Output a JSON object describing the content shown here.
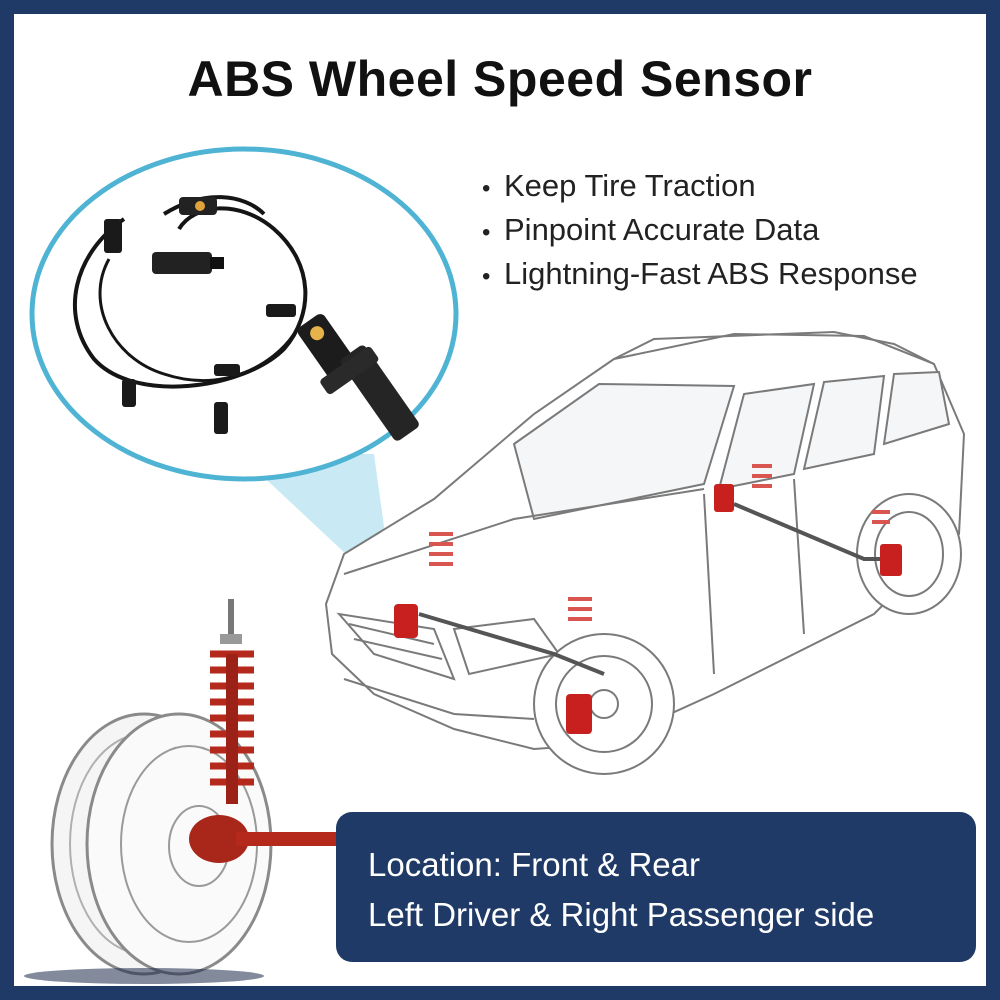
{
  "title": "ABS Wheel Speed Sensor",
  "features": [
    "Keep Tire Traction",
    "Pinpoint Accurate Data",
    "Lightning-Fast ABS Response"
  ],
  "location": {
    "line1": "Location: Front & Rear",
    "line2": "Left Driver & Right Passenger side"
  },
  "colors": {
    "frame": "#1f3a66",
    "callout": "#4fb3d4",
    "brake_red": "#c8201e",
    "label_box": "#1f3a66"
  },
  "images": {
    "product": "abs-sensor-cable-photo",
    "car": "suv-line-drawing",
    "wheel": "wheel-suspension-closeup"
  }
}
